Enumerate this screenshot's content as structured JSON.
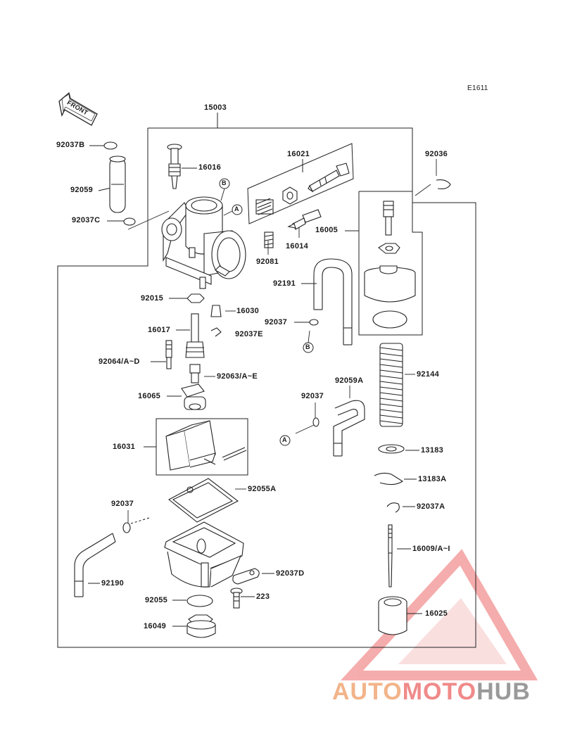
{
  "diagram_code": "E1611",
  "front_label": "FRONT",
  "callouts": {
    "a": "A",
    "b": "B"
  },
  "parts": {
    "p15003": "15003",
    "p92037B": "92037B",
    "p16016": "16016",
    "p16021": "16021",
    "p92036": "92036",
    "p92059": "92059",
    "p92037C": "92037C",
    "p16005": "16005",
    "p16014": "16014",
    "p92081": "92081",
    "p92191": "92191",
    "p92015": "92015",
    "p16030": "16030",
    "p92037_a": "92037",
    "p16017": "16017",
    "p92037E": "92037E",
    "p92064": "92064/A~D",
    "p92063": "92063/A~E",
    "p92144": "92144",
    "p92059A": "92059A",
    "p92037_b": "92037",
    "p16065": "16065",
    "p16031": "16031",
    "p13183": "13183",
    "p13183A": "13183A",
    "p92055A": "92055A",
    "p92037A": "92037A",
    "p92037_c": "92037",
    "p16009": "16009/A~I",
    "p92037D": "92037D",
    "p92190": "92190",
    "p223": "223",
    "p92055": "92055",
    "p16025": "16025",
    "p16049": "16049"
  },
  "watermark": {
    "part1": "AUTO",
    "part2": "MOTO",
    "part3": "HUB"
  }
}
